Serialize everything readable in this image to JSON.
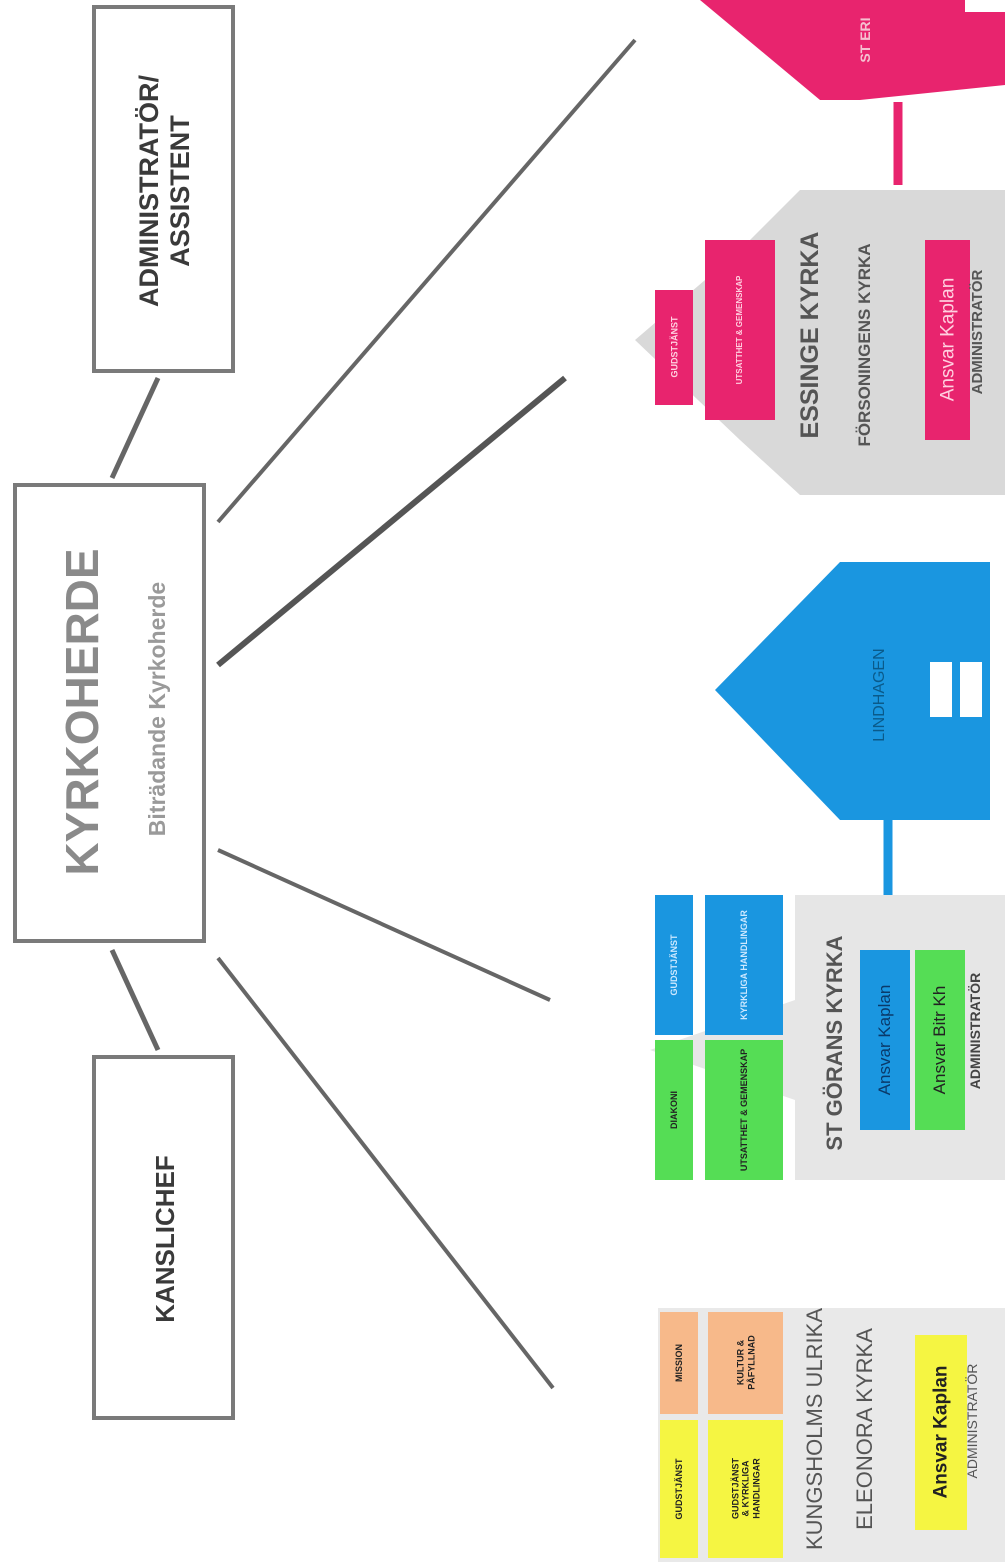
{
  "top_boxes": {
    "admin_assistent": "ADMINISTRATÖR/\nASSISTENT",
    "kyrkoherde": "KYRKOHERDE",
    "bitradande": "Biträdande Kyrkoherde",
    "kanslichef": "KANSLICHEF"
  },
  "st_pink": {
    "label": "ST ERI"
  },
  "essinge": {
    "title": "ESSINGE KYRKA",
    "subtitle": "FÖRSONINGENS KYRKA",
    "tile_gudstjanst": "GUDSTJÄNST",
    "tile_kultur": "UTSATTHET & GEMENSKAP",
    "ansvar": "Ansvar Kaplan",
    "admin": "ADMINISTRATÖR"
  },
  "lindhagen": {
    "label": "LINDHAGEN"
  },
  "st_gorans": {
    "title": "ST GÖRANS KYRKA",
    "tile_diakoni": "DIAKONI",
    "tile_utsatthet": "UTSATTHET & GEMENSKAP",
    "tile_gudstjanst": "GUDSTJÄNST",
    "tile_kyrkliga": "KYRKLIGA HANDLINGAR",
    "ansvar_kaplan": "Ansvar Kaplan",
    "ansvar_bitr": "Ansvar Bitr Kh",
    "admin": "ADMINISTRATÖR"
  },
  "kungsholms": {
    "title1": "KUNGSHOLMS ULRIKA",
    "title2": "ELEONORA KYRKA",
    "tile_gudstjanst": "GUDSTJÄNST",
    "tile_mission": "MISSION",
    "tile_gudstjanst_kyrkliga": "GUDSTJÄNST\n& KYRKLIGA\nHANDLINGAR",
    "tile_kultur": "KULTUR &\nPÅFYLLNAD",
    "ansvar": "Ansvar Kaplan",
    "admin": "ADMINISTRATÖR"
  },
  "colors": {
    "pink": "#e8246e",
    "green": "#55dd55",
    "blue": "#1a96e0",
    "yellow": "#f5f542",
    "salmon": "#f7b98a",
    "gray": "#d9d9d9",
    "border": "#7a7a7a"
  }
}
